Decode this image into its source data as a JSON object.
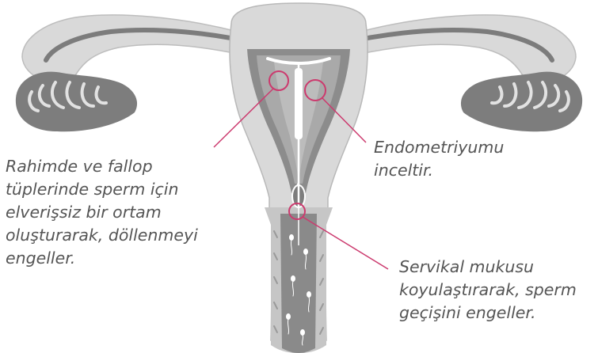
{
  "colors": {
    "tissue_light": "#d9d9d9",
    "tissue_outline": "#b3b3b3",
    "tube_dark": "#7c7c7c",
    "cavity": "#8a8a8a",
    "device": "#ffffff",
    "highlight": "#cc3a6e",
    "text": "#555555"
  },
  "icons": {
    "device": "iud-icon",
    "uterus": "uterus-illustration"
  },
  "callouts": {
    "fallopian": {
      "lines": [
        "Rahimde ve fallop",
        "tüplerinde sperm için",
        "elverişsiz bir ortam",
        "oluşturarak, döllenmeyi",
        "engeller."
      ]
    },
    "endometrium": {
      "lines": [
        "Endometriyumu",
        "inceltir."
      ]
    },
    "cervix": {
      "lines": [
        "Servikal mukusu",
        "koyulaştırarak, sperm",
        "geçişini engeller."
      ]
    }
  }
}
